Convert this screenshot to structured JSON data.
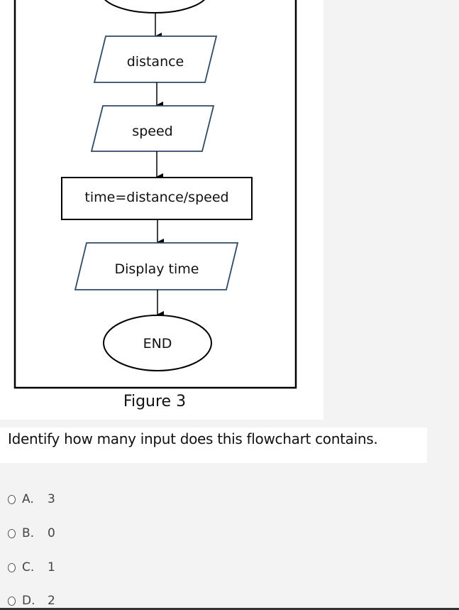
{
  "figure": {
    "nodes": {
      "input1": "distance",
      "input2": "speed",
      "process": "time=distance/speed",
      "output": "Display time",
      "end": "END"
    },
    "caption": "Figure 3"
  },
  "question": {
    "text": "Identify how many input does this flowchart contains.",
    "options": [
      {
        "letter": "A.",
        "value": "3"
      },
      {
        "letter": "B.",
        "value": "0"
      },
      {
        "letter": "C.",
        "value": "1"
      },
      {
        "letter": "D.",
        "value": "2"
      }
    ]
  }
}
